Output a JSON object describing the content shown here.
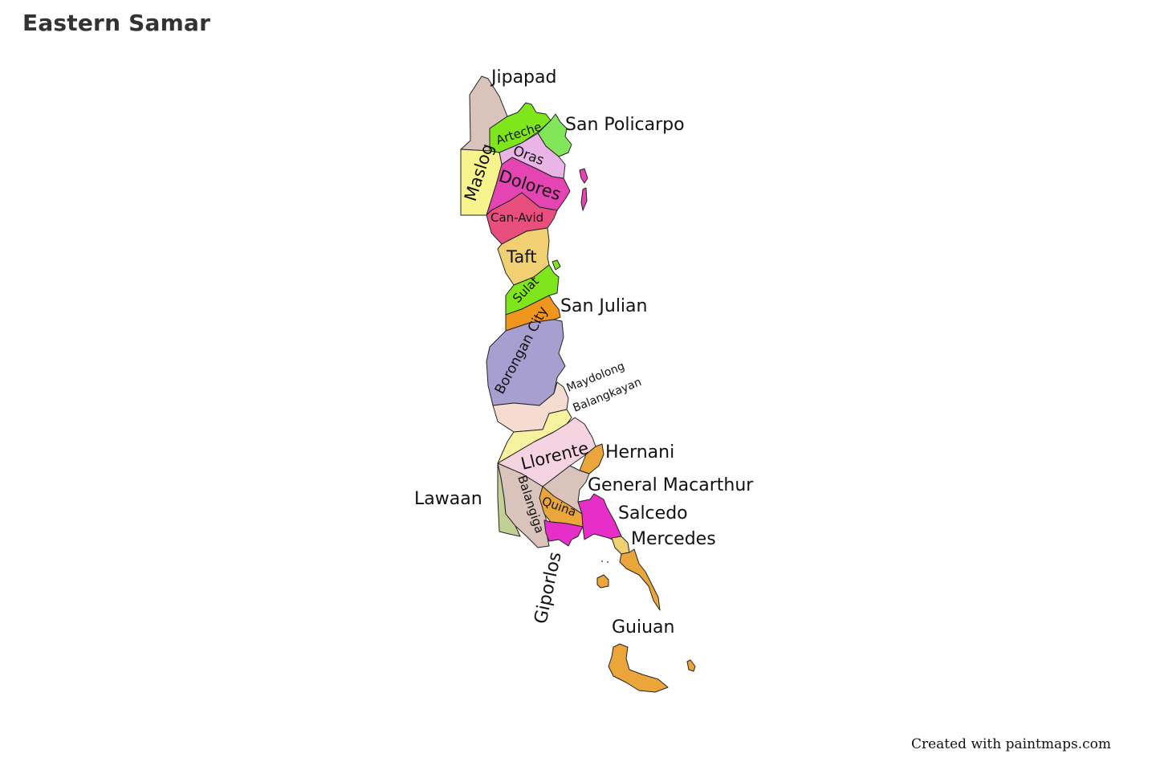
{
  "title": "Eastern Samar",
  "credit": "Created with paintmaps.com",
  "regions": [
    {
      "name": "Jipapad",
      "color": "#d9c3bb"
    },
    {
      "name": "Arteche",
      "color": "#7fe61c"
    },
    {
      "name": "San Policarpo",
      "color": "#82e65a"
    },
    {
      "name": "Oras",
      "color": "#e9b4e6"
    },
    {
      "name": "Maslog",
      "color": "#f7f48d"
    },
    {
      "name": "Dolores",
      "color": "#e544b3"
    },
    {
      "name": "Can-Avid",
      "color": "#e94f7e"
    },
    {
      "name": "Taft",
      "color": "#f0d070"
    },
    {
      "name": "Sulat",
      "color": "#7fe61c"
    },
    {
      "name": "San Julian",
      "color": "#f0961c"
    },
    {
      "name": "Borongan City",
      "color": "#a79fd0"
    },
    {
      "name": "Maydolong",
      "color": "#f6dcd0"
    },
    {
      "name": "Balangkayan",
      "color": "#f7f2a0"
    },
    {
      "name": "Llorente",
      "color": "#f6d3e0"
    },
    {
      "name": "Hernani",
      "color": "#eaa63a"
    },
    {
      "name": "General Macarthur",
      "color": "#d9c3bb"
    },
    {
      "name": "Lawaan",
      "color": "#c2d096"
    },
    {
      "name": "Balangiga",
      "color": "#d9c3bb"
    },
    {
      "name": "Quinapondan",
      "color": "#eaa63a"
    },
    {
      "name": "Salcedo",
      "color": "#e82ec8"
    },
    {
      "name": "Giporlos",
      "color": "#e82ec8"
    },
    {
      "name": "Mercedes",
      "color": "#f0d070"
    },
    {
      "name": "Guiuan",
      "color": "#eaa63a"
    }
  ],
  "labels": {
    "jipapad": "Jipapad",
    "arteche": "Arteche",
    "san_policarpo": "San Policarpo",
    "oras": "Oras",
    "maslog": "Maslog",
    "dolores": "Dolores",
    "can_avid": "Can-Avid",
    "taft": "Taft",
    "sulat": "Sulat",
    "san_julian": "San Julian",
    "borongan": "Borongan City",
    "maydolong": "Maydolong",
    "balangkayan": "Balangkayan",
    "llorente": "Llorente",
    "hernani": "Hernani",
    "general_macarthur": "General Macarthur",
    "lawaan": "Lawaan",
    "balangiga": "Balangiga",
    "quinapondan": "Quina",
    "salcedo": "Salcedo",
    "giporlos": "Giporlos",
    "mercedes": "Mercedes",
    "guiuan": "Guiuan"
  }
}
